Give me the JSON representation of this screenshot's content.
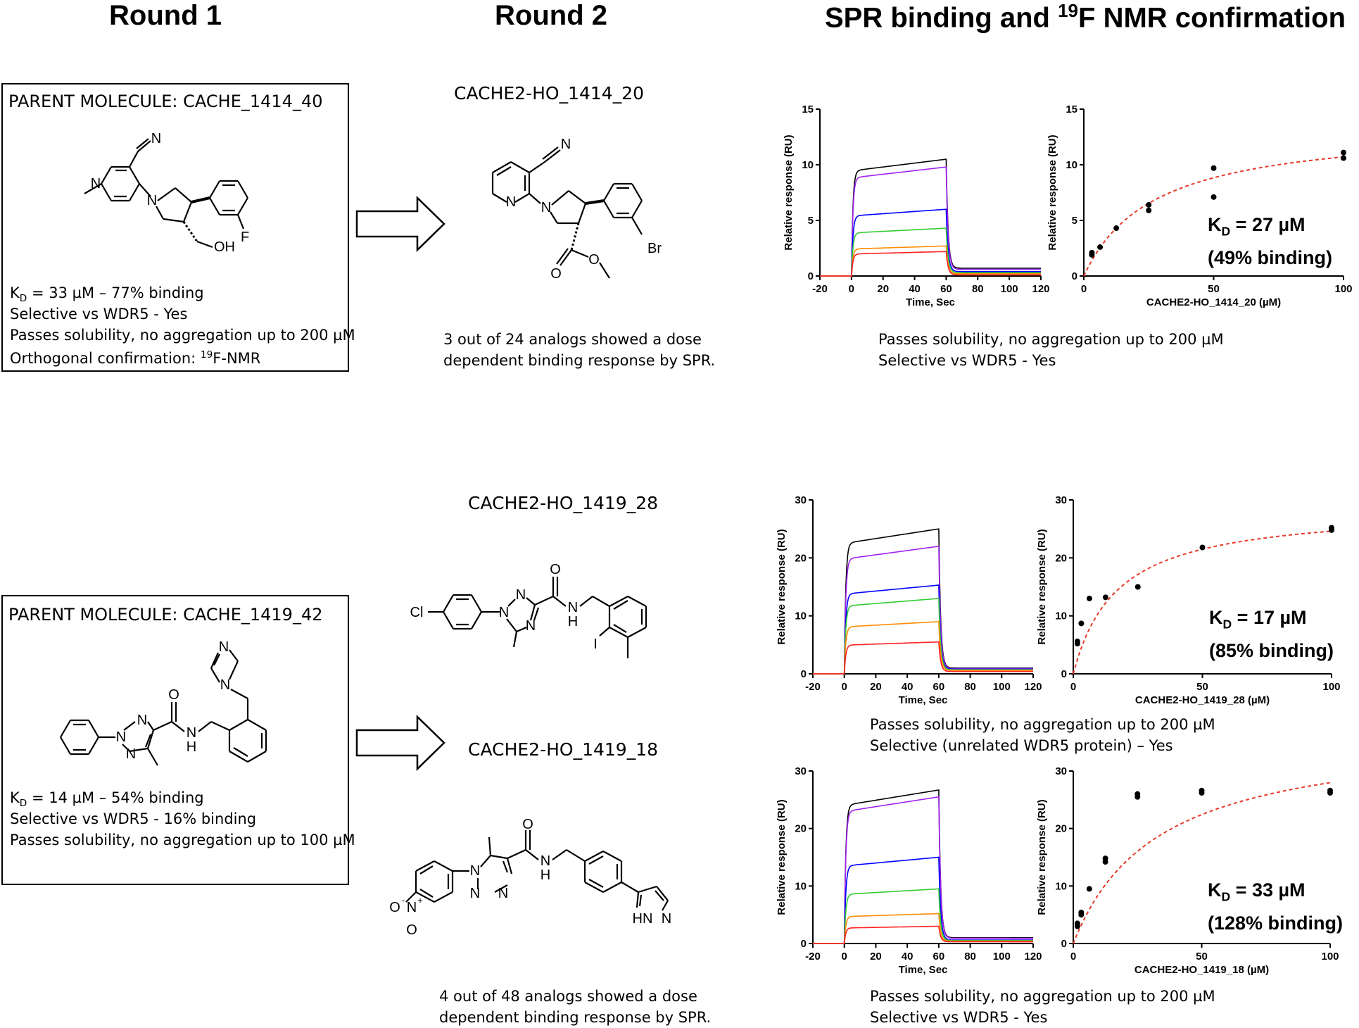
{
  "headers": {
    "round1": "Round 1",
    "round2": "Round 2",
    "spr_pre": "SPR binding and ",
    "spr_sup": "19",
    "spr_post": "F NMR confirmation"
  },
  "row1": {
    "parent_title": "PARENT MOLECULE: CACHE_1414_40",
    "parent_lines": {
      "kd_pre": "K",
      "kd_sub": "D",
      "kd_rest": " = 33 µM – 77% binding",
      "selective": "Selective vs WDR5 - Yes",
      "solubility": "Passes solubility, no aggregation up to 200 µM",
      "ortho_pre": "Orthogonal confirmation: ",
      "ortho_sup": "19",
      "ortho_post": "F-NMR"
    },
    "parent_atoms": {
      "n_ring": "N",
      "n_nitrile": "N",
      "n_pyrr": "N",
      "oh": "OH",
      "f": "F"
    },
    "compound_name": "CACHE2-HO_1414_20",
    "compound_atoms": {
      "n_ring": "N",
      "n_nitrile": "N",
      "n_pyrr": "N",
      "o1": "O",
      "o2": "O",
      "br": "Br"
    },
    "analog_note_1": "3 out of 24 analogs showed a dose",
    "analog_note_2": "dependent binding response by SPR.",
    "spr_note_1": "Passes solubility, no aggregation up to 200 µM",
    "spr_note_2": "Selective vs WDR5 - Yes",
    "kd_main": "K",
    "kd_sub": "D",
    "kd_value": " = 27 µM",
    "kd_binding": "(49% binding)"
  },
  "row2": {
    "parent_title": "PARENT MOLECULE: CACHE_1419_42",
    "parent_lines": {
      "kd_pre": "K",
      "kd_sub": "D",
      "kd_rest": " = 14 µM – 54% binding",
      "selective": "Selective vs WDR5 - 16% binding",
      "solubility": "Passes solubility, no aggregation up to 100 µM"
    },
    "parent_atoms": {
      "n1": "N",
      "n2": "N",
      "n3": "N",
      "o": "O",
      "nh": "N",
      "h": "H",
      "im1": "N",
      "im2": "N"
    },
    "compound_a_name": "CACHE2-HO_1419_28",
    "compound_a_atoms": {
      "cl": "Cl",
      "n1": "N",
      "n2": "N",
      "n3": "N",
      "o": "O",
      "nh": "N",
      "h": "H",
      "i": "I"
    },
    "compound_b_name": "CACHE2-HO_1419_18",
    "compound_b_atoms": {
      "o_minus": "O",
      "minus": "-",
      "n_plus": "N",
      "plus": "+",
      "o": "O",
      "n1": "N",
      "n2": "N",
      "n3": "N",
      "o2": "O",
      "nh": "N",
      "h": "H",
      "hn": "HN",
      "n4": "N"
    },
    "spr_a_note_1": "Passes solubility, no aggregation up to 200 µM",
    "spr_a_note_2": "Selective (unrelated WDR5 protein) – Yes",
    "kd_a_main": "K",
    "kd_a_sub": "D",
    "kd_a_value": " = 17 µM",
    "kd_a_binding": "(85% binding)",
    "analog_note_1": "4 out of 48 analogs showed a dose",
    "analog_note_2": "dependent binding response by SPR.",
    "spr_b_note_1": "Passes solubility, no aggregation up to 200 µM",
    "spr_b_note_2": "Selective vs WDR5 - Yes",
    "kd_b_main": "K",
    "kd_b_sub": "D",
    "kd_b_value": " = 33 µM",
    "kd_b_binding": "(128% binding)"
  },
  "chart_data": [
    {
      "type": "line",
      "id": "sensorgram-1414-20",
      "xlabel": "Time, Sec",
      "ylabel": "Relative response (RU)",
      "xlim": [
        -20,
        120
      ],
      "ylim": [
        0,
        15
      ],
      "xticks": [
        "-20",
        "0",
        "20",
        "40",
        "60",
        "80",
        "100",
        "120"
      ],
      "yticks": [
        "0",
        "5",
        "10",
        "15"
      ],
      "series_colors": [
        "#000000",
        "#a020f0",
        "#0000ff",
        "#33cc33",
        "#ff8c00",
        "#ff2020"
      ],
      "plateaus": [
        10.5,
        9.8,
        6.0,
        4.3,
        2.7,
        2.2
      ],
      "offsets": [
        0.7,
        0.6,
        0.4,
        0.3,
        0.2,
        0.1
      ]
    },
    {
      "type": "scatter",
      "id": "binding-1414-20",
      "xlabel": "CACHE2-HO_1414_20 (µM)",
      "ylabel": "Relative response (RU)",
      "xlim": [
        0,
        100
      ],
      "ylim": [
        0,
        15
      ],
      "xticks": [
        "0",
        "50",
        "100"
      ],
      "yticks": [
        "0",
        "5",
        "10",
        "15"
      ],
      "points": [
        [
          3.1,
          1.9
        ],
        [
          3.1,
          2.1
        ],
        [
          6.25,
          2.6
        ],
        [
          12.5,
          4.3
        ],
        [
          25,
          5.9
        ],
        [
          25,
          6.4
        ],
        [
          50,
          7.1
        ],
        [
          50,
          9.7
        ],
        [
          100,
          10.6
        ],
        [
          100,
          11.1
        ]
      ],
      "fit": {
        "kd": 27,
        "bmax": 13.6
      }
    },
    {
      "type": "line",
      "id": "sensorgram-1419-28",
      "xlabel": "Time, Sec",
      "ylabel": "Relative response (RU)",
      "xlim": [
        -20,
        120
      ],
      "ylim": [
        0,
        30
      ],
      "xticks": [
        "-20",
        "0",
        "20",
        "40",
        "60",
        "80",
        "100",
        "120"
      ],
      "yticks": [
        "0",
        "10",
        "20",
        "30"
      ],
      "series_colors": [
        "#000000",
        "#a020f0",
        "#0000ff",
        "#33cc33",
        "#ff8c00",
        "#ff2020"
      ],
      "plateaus": [
        25,
        22,
        15.3,
        13,
        9,
        5.5
      ],
      "offsets": [
        1,
        0.9,
        0.8,
        0.7,
        0.6,
        0.4
      ]
    },
    {
      "type": "scatter",
      "id": "binding-1419-28",
      "xlabel": "CACHE2-HO_1419_28 (µM)",
      "ylabel": "Relative response (RU)",
      "xlim": [
        0,
        100
      ],
      "ylim": [
        0,
        30
      ],
      "xticks": [
        "0",
        "50",
        "100"
      ],
      "yticks": [
        "0",
        "10",
        "20",
        "30"
      ],
      "points": [
        [
          1.6,
          5.2
        ],
        [
          1.6,
          5.6
        ],
        [
          3.1,
          8.7
        ],
        [
          6.25,
          13
        ],
        [
          12.5,
          13.2
        ],
        [
          25,
          15
        ],
        [
          50,
          21.8
        ],
        [
          100,
          24.8
        ],
        [
          100,
          25.2
        ]
      ],
      "fit": {
        "kd": 17,
        "bmax": 28.8
      }
    },
    {
      "type": "line",
      "id": "sensorgram-1419-18",
      "xlabel": "Time, Sec",
      "ylabel": "Relative response (RU)",
      "xlim": [
        -20,
        120
      ],
      "ylim": [
        0,
        30
      ],
      "xticks": [
        "-20",
        "0",
        "20",
        "40",
        "60",
        "80",
        "100",
        "120"
      ],
      "yticks": [
        "0",
        "10",
        "20",
        "30"
      ],
      "series_colors": [
        "#000000",
        "#a020f0",
        "#0000ff",
        "#33cc33",
        "#ff8c00",
        "#ff2020"
      ],
      "plateaus": [
        26.7,
        25.5,
        15,
        9.5,
        5.2,
        3
      ],
      "offsets": [
        1,
        0.9,
        0.6,
        0.5,
        0.4,
        0.3
      ]
    },
    {
      "type": "scatter",
      "id": "binding-1419-18",
      "xlabel": "CACHE2-HO_1419_18 (µM)",
      "ylabel": "Relative response (RU)",
      "xlim": [
        0,
        100
      ],
      "ylim": [
        0,
        30
      ],
      "xticks": [
        "0",
        "50",
        "100"
      ],
      "yticks": [
        "0",
        "10",
        "20",
        "30"
      ],
      "points": [
        [
          1.6,
          3.0
        ],
        [
          1.6,
          3.5
        ],
        [
          3.1,
          5.0
        ],
        [
          3.1,
          5.4
        ],
        [
          6.25,
          9.5
        ],
        [
          12.5,
          14.2
        ],
        [
          12.5,
          14.8
        ],
        [
          25,
          25.5
        ],
        [
          25,
          26.0
        ],
        [
          50,
          26.2
        ],
        [
          50,
          26.6
        ],
        [
          100,
          26.2
        ],
        [
          100,
          26.6
        ]
      ],
      "fit": {
        "kd": 33,
        "bmax": 37.2
      }
    }
  ]
}
